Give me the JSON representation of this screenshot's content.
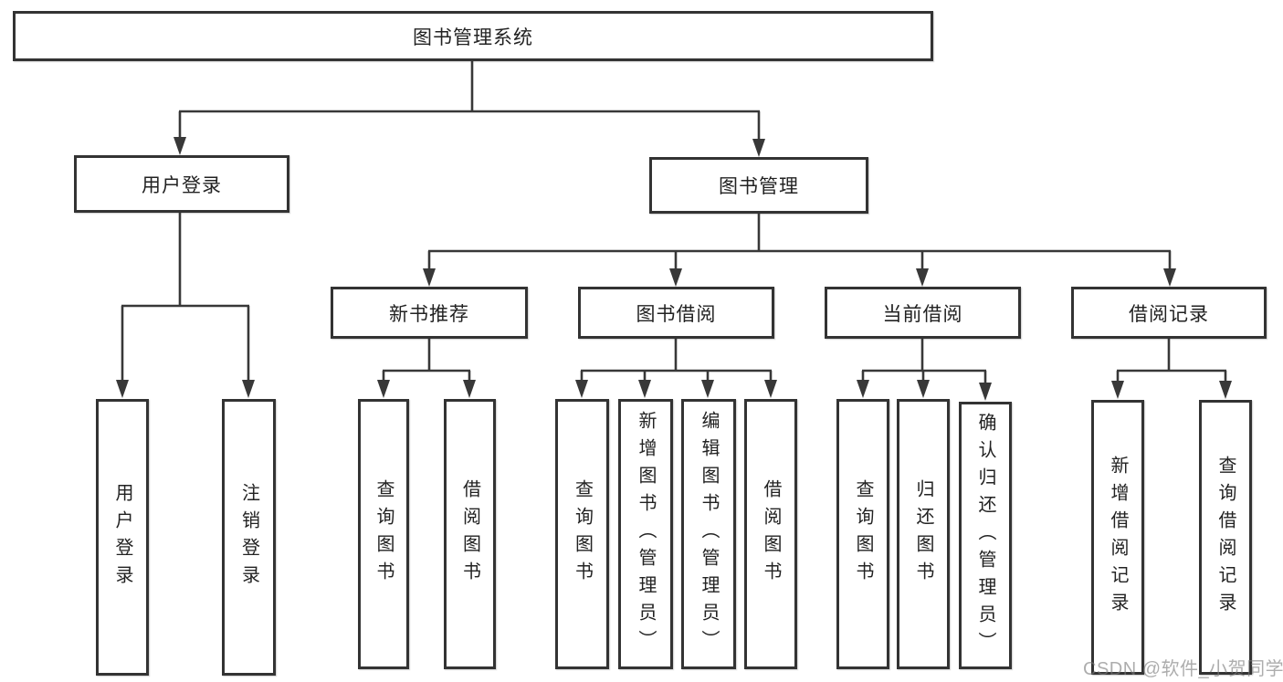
{
  "colors": {
    "line": "#383838",
    "box_border": "#333333",
    "text": "#222222",
    "background": "#ffffff",
    "watermark": "#7a7a7a"
  },
  "watermark": {
    "text": "CSDN @软件_小贺同学"
  },
  "tree": {
    "root": {
      "label": "图书管理系统",
      "children": [
        {
          "label": "用户登录",
          "children": [
            {
              "label": "用户登录"
            },
            {
              "label": "注销登录"
            }
          ]
        },
        {
          "label": "图书管理",
          "children": [
            {
              "label": "新书推荐",
              "children": [
                {
                  "label": "查询图书"
                },
                {
                  "label": "借阅图书"
                }
              ]
            },
            {
              "label": "图书借阅",
              "children": [
                {
                  "label": "查询图书"
                },
                {
                  "label": "新增图书（管理员）"
                },
                {
                  "label": "编辑图书（管理员）"
                },
                {
                  "label": "借阅图书"
                }
              ]
            },
            {
              "label": "当前借阅",
              "children": [
                {
                  "label": "查询图书"
                },
                {
                  "label": "归还图书"
                },
                {
                  "label": "确认归还（管理员）"
                }
              ]
            },
            {
              "label": "借阅记录",
              "children": [
                {
                  "label": "新增借阅记录"
                },
                {
                  "label": "查询借阅记录"
                }
              ]
            }
          ]
        }
      ]
    }
  }
}
